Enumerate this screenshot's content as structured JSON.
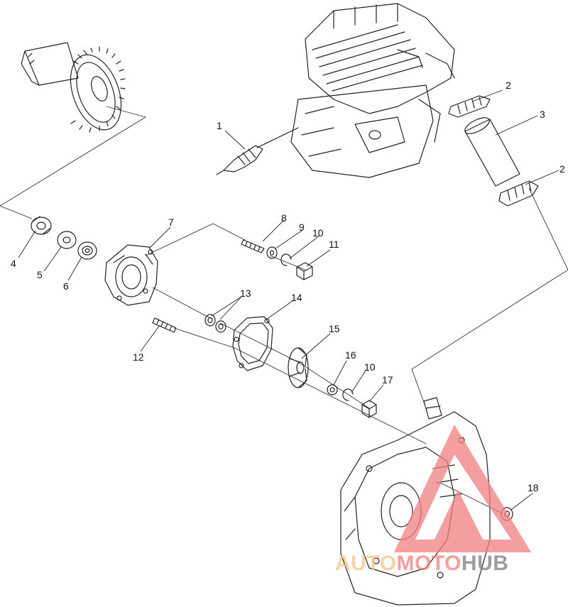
{
  "diagram": {
    "callouts": [
      "1",
      "2",
      "2",
      "3",
      "4",
      "5",
      "6",
      "7",
      "8",
      "9",
      "10",
      "11",
      "12",
      "13",
      "14",
      "15",
      "16",
      "10",
      "17",
      "18"
    ]
  },
  "watermark": {
    "part_a": "AUTO",
    "part_b": "MOTO",
    "part_c": "HUB",
    "colors": {
      "red": "#f08080",
      "orange": "#f5c48a",
      "gray": "#7d7d7d"
    }
  }
}
